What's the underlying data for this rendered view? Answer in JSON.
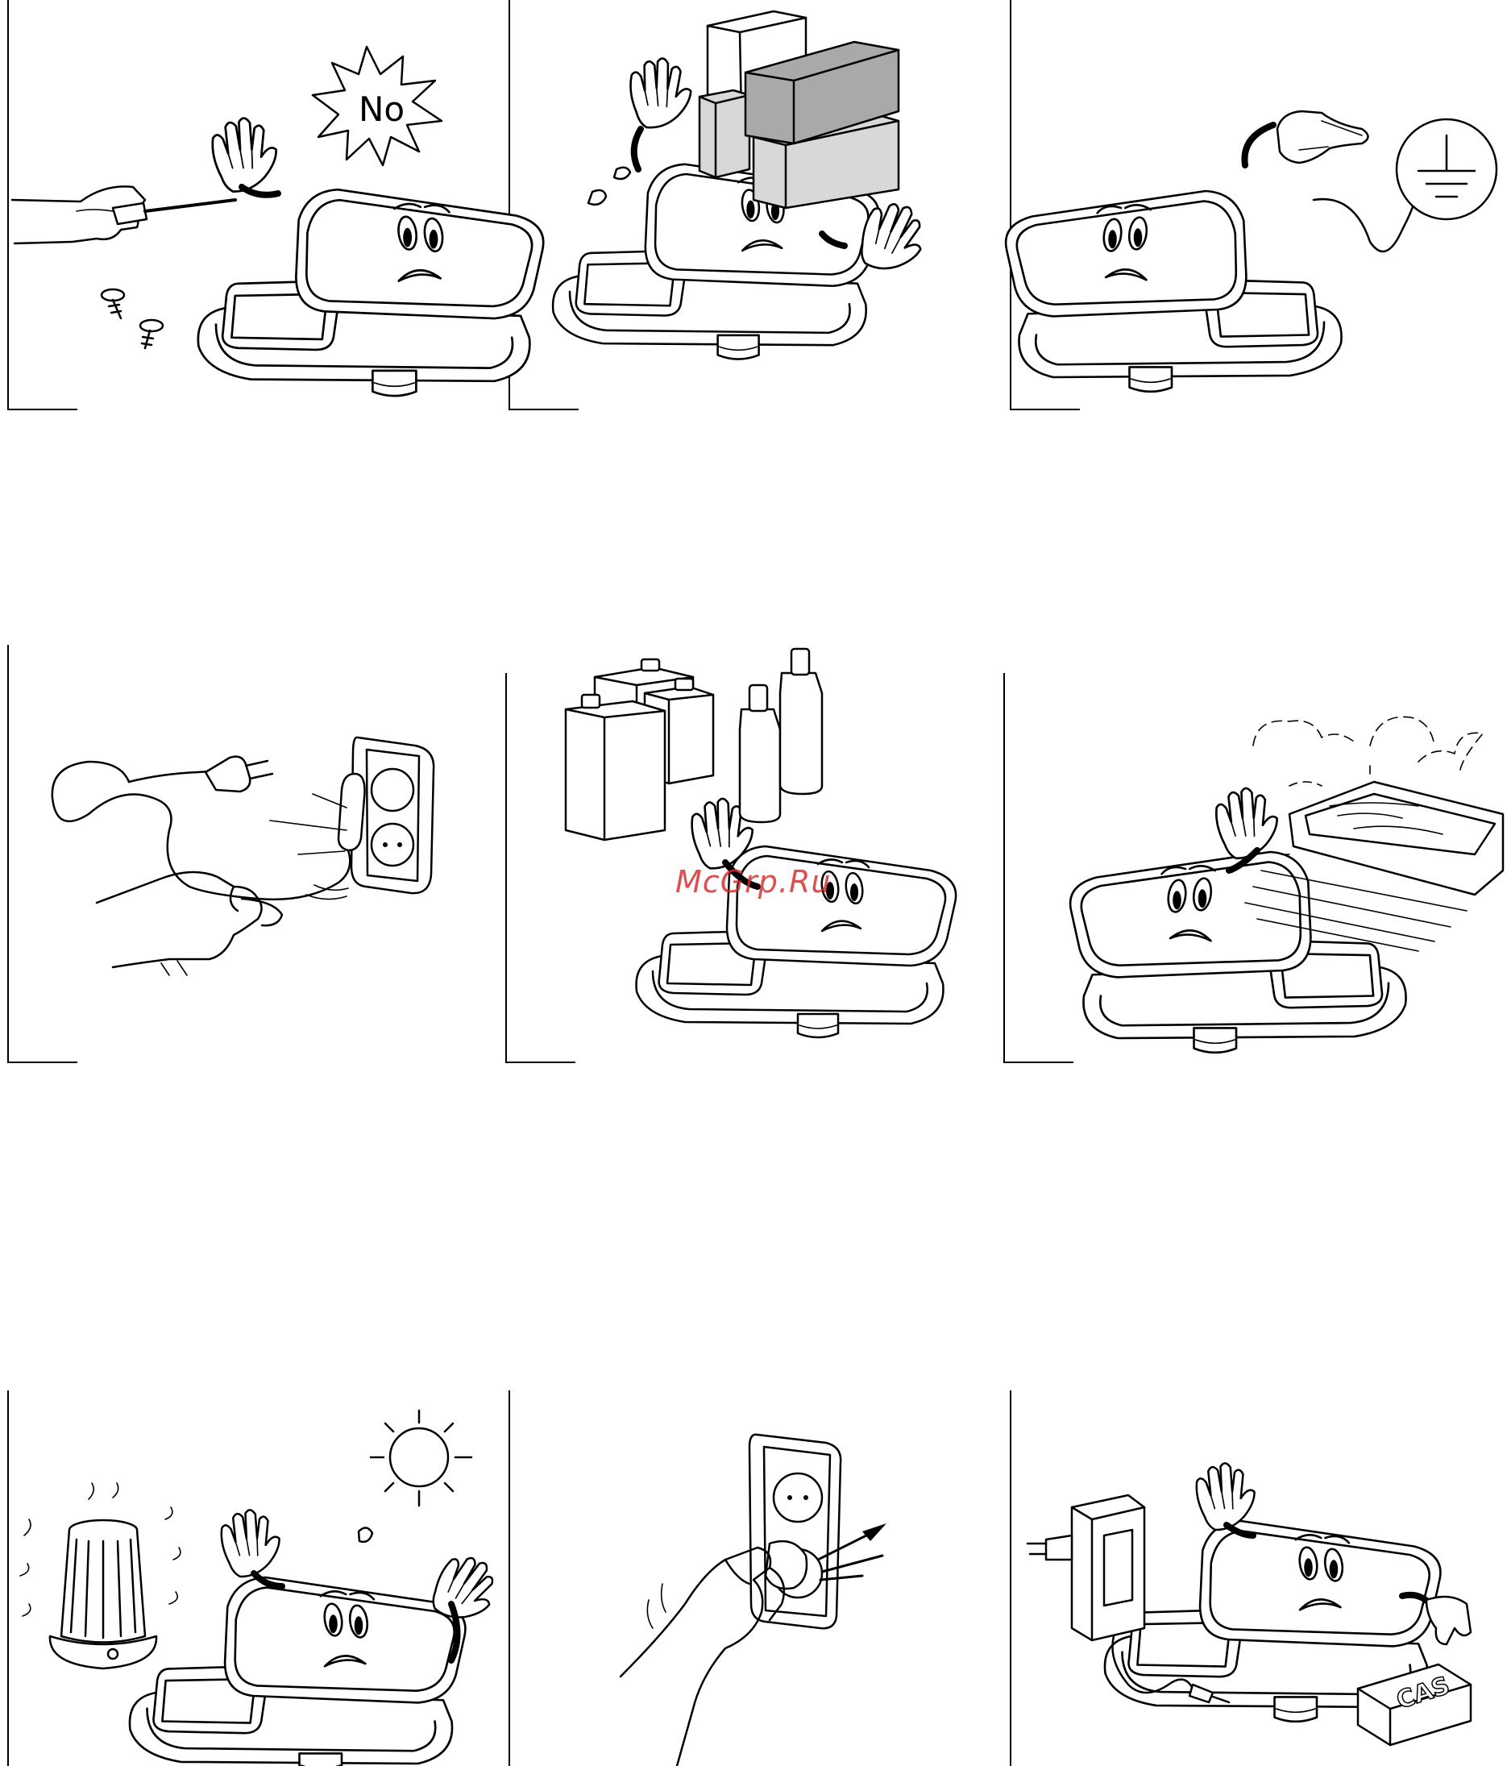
{
  "panels": [
    {
      "id": "no-disassemble",
      "sign_text": "No"
    },
    {
      "id": "no-overload"
    },
    {
      "id": "ground-connection"
    },
    {
      "id": "no-pull-cord"
    },
    {
      "id": "no-chemicals"
    },
    {
      "id": "no-humidity"
    },
    {
      "id": "no-heat-sunlight"
    },
    {
      "id": "no-wet-hands-plug"
    },
    {
      "id": "use-original-adapter",
      "box_label": "CAS"
    }
  ],
  "watermark": "McGrp.Ru",
  "colors": {
    "line": "#000000",
    "box_dark": "#a9a9a9",
    "box_light": "#d8d8d8",
    "watermark": "#d42a2a"
  }
}
